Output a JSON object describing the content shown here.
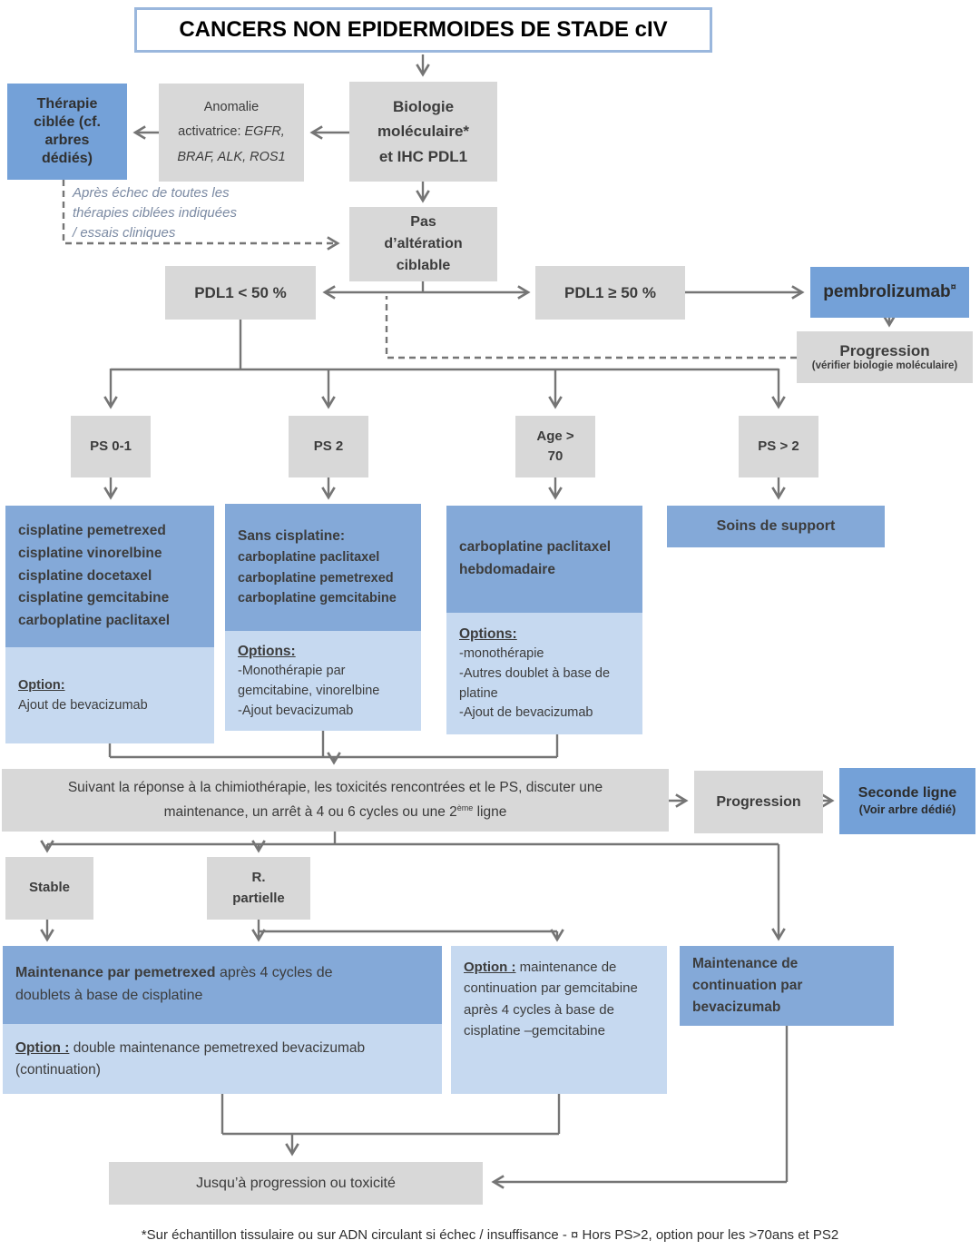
{
  "title": "CANCERS NON EPIDERMOIDES DE STADE cIV",
  "colors": {
    "strong_blue": "#74a1d8",
    "medium_blue": "#84a9d8",
    "light_blue": "#c6d9f0",
    "gray_box": "#d8d8d8",
    "connector": "#757575",
    "title_border": "#9ab7dd"
  },
  "top": {
    "biologie": {
      "l1": "Biologie",
      "l2": "moléculaire*",
      "l3": "et IHC PDL1"
    },
    "anomalie": {
      "l1": "Anomalie",
      "l2_pre": "activatrice: ",
      "l2_genes": "EGFR,",
      "l3_genes": "BRAF, ALK, ROS1"
    },
    "therapie": {
      "l1": "Thérapie",
      "l2": "ciblée (cf.",
      "l3": "arbres",
      "l4": "dédiés)"
    },
    "dashed_note": {
      "l1": "Après échec de toutes les",
      "l2": "thérapies ciblées indiquées",
      "l3": "/ essais cliniques"
    },
    "pas_alteration": {
      "l1": "Pas",
      "l2": "d’altération",
      "l3": "ciblable"
    }
  },
  "pdl1": {
    "lt": "PDL1 < 50 %",
    "ge": "PDL1 ≥ 50 %"
  },
  "pembrolizumab": {
    "label": "pembrolizumab",
    "sup": "¤"
  },
  "progression_check": {
    "title": "Progression",
    "sub": "(vérifier biologie moléculaire)"
  },
  "branches": {
    "ps01": "PS 0-1",
    "ps2": "PS 2",
    "age_l1": "Age >",
    "age_l2": "70",
    "psgt2": "PS > 2"
  },
  "tx_ps01": {
    "regimens": [
      "cisplatine pemetrexed",
      "cisplatine vinorelbine",
      "cisplatine docetaxel",
      "cisplatine gemcitabine",
      "carboplatine paclitaxel"
    ],
    "option_label": "Option:",
    "option_text": "Ajout de bevacizumab"
  },
  "tx_ps2": {
    "header": "Sans cisplatine:",
    "regimens": [
      "carboplatine paclitaxel",
      "carboplatine pemetrexed",
      "carboplatine gemcitabine"
    ],
    "options_label": "Options:",
    "options": [
      "-Monothérapie par gemcitabine, vinorelbine",
      "-Ajout bevacizumab"
    ]
  },
  "tx_age": {
    "header": "carboplatine paclitaxel hebdomadaire",
    "options_label": "Options:",
    "options": [
      "-monothérapie",
      "-Autres doublet à base de platine",
      "-Ajout de bevacizumab"
    ]
  },
  "soins_support": "Soins de support",
  "decision": {
    "line1": "Suivant la réponse à la chimiothérapie, les toxicités rencontrées et le PS, discuter une",
    "line2_pre": "maintenance, un arrêt à 4 ou 6 cycles ou une 2",
    "line2_sup": "ème",
    "line2_post": " ligne"
  },
  "progression2": "Progression",
  "seconde_ligne": {
    "title": "Seconde ligne",
    "sub": "(Voir arbre dédié)"
  },
  "response": {
    "stable": "Stable",
    "partielle_l1": "R.",
    "partielle_l2": "partielle"
  },
  "maint_pemetrexed": {
    "bold": "Maintenance par pemetrexed",
    "rest": " après 4 cycles de doublets à base de cisplatine",
    "option_label": "Option :",
    "option_text": " double maintenance pemetrexed bevacizumab (continuation)"
  },
  "maint_gemcitabine": {
    "option_label": "Option :",
    "text": " maintenance de continuation par gemcitabine après 4 cycles à base de cisplatine –gemcitabine"
  },
  "maint_bevacizumab": "Maintenance de continuation par bevacizumab",
  "until_box": "Jusqu’à progression ou toxicité",
  "footnote": "*Sur échantillon tissulaire ou sur ADN circulant si échec / insuffisance - ¤ Hors PS>2, option pour les >70ans et PS2"
}
